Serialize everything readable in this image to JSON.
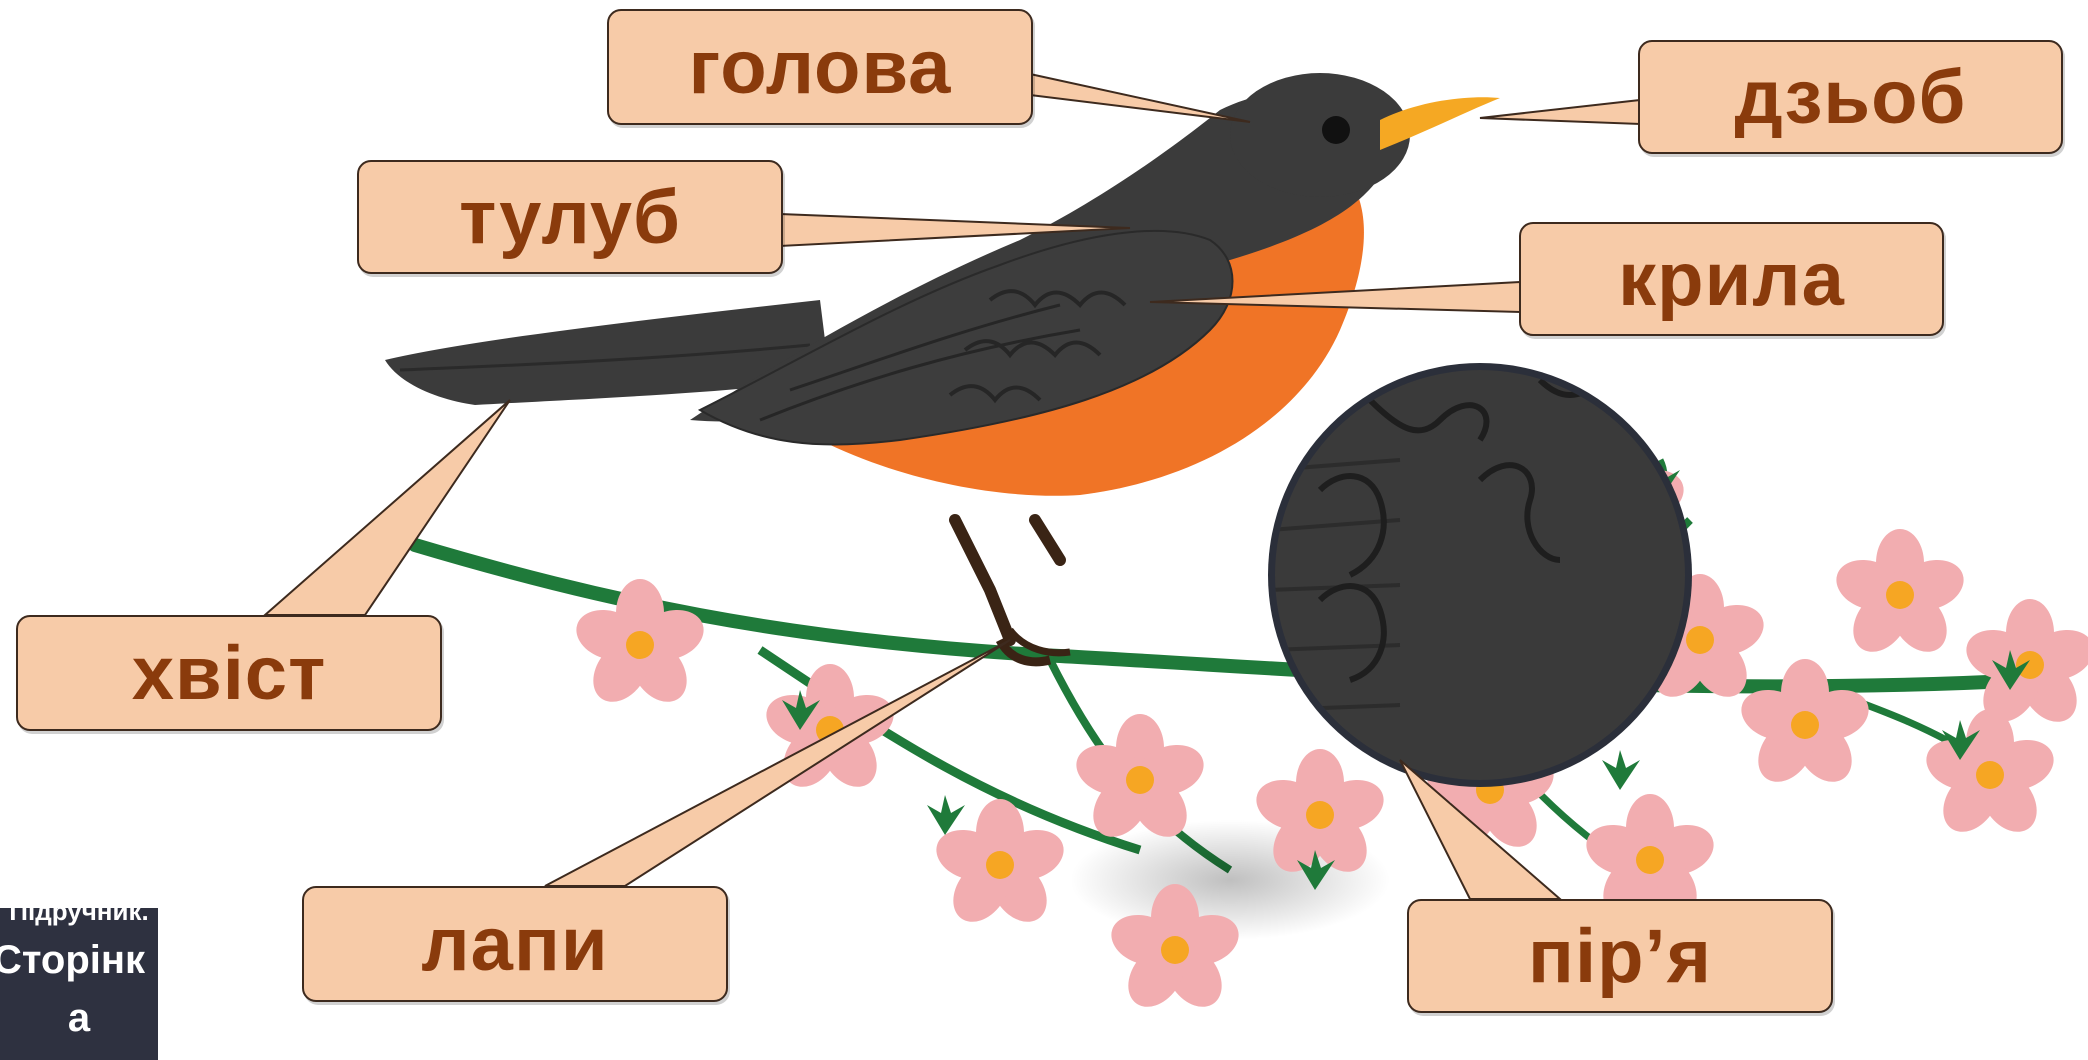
{
  "labels": {
    "head": "голова",
    "beak": "дзьоб",
    "body": "тулуб",
    "wings": "крила",
    "tail": "хвіст",
    "legs": "лапи",
    "feathers": "пір’я"
  },
  "textbook_badge": {
    "line1": "Підручник.",
    "line2": "Сторінк",
    "line3": "а"
  },
  "colors": {
    "label_fill": "#f7cba8",
    "label_text": "#8a3b0c",
    "bird_dark": "#3b3b3b",
    "bird_breast": "#f07426",
    "beak": "#f5a823",
    "branch": "#1f7a3a",
    "blossom": "#f2adb0",
    "blossom_center": "#f6a623",
    "badge_bg": "#2e3140"
  }
}
